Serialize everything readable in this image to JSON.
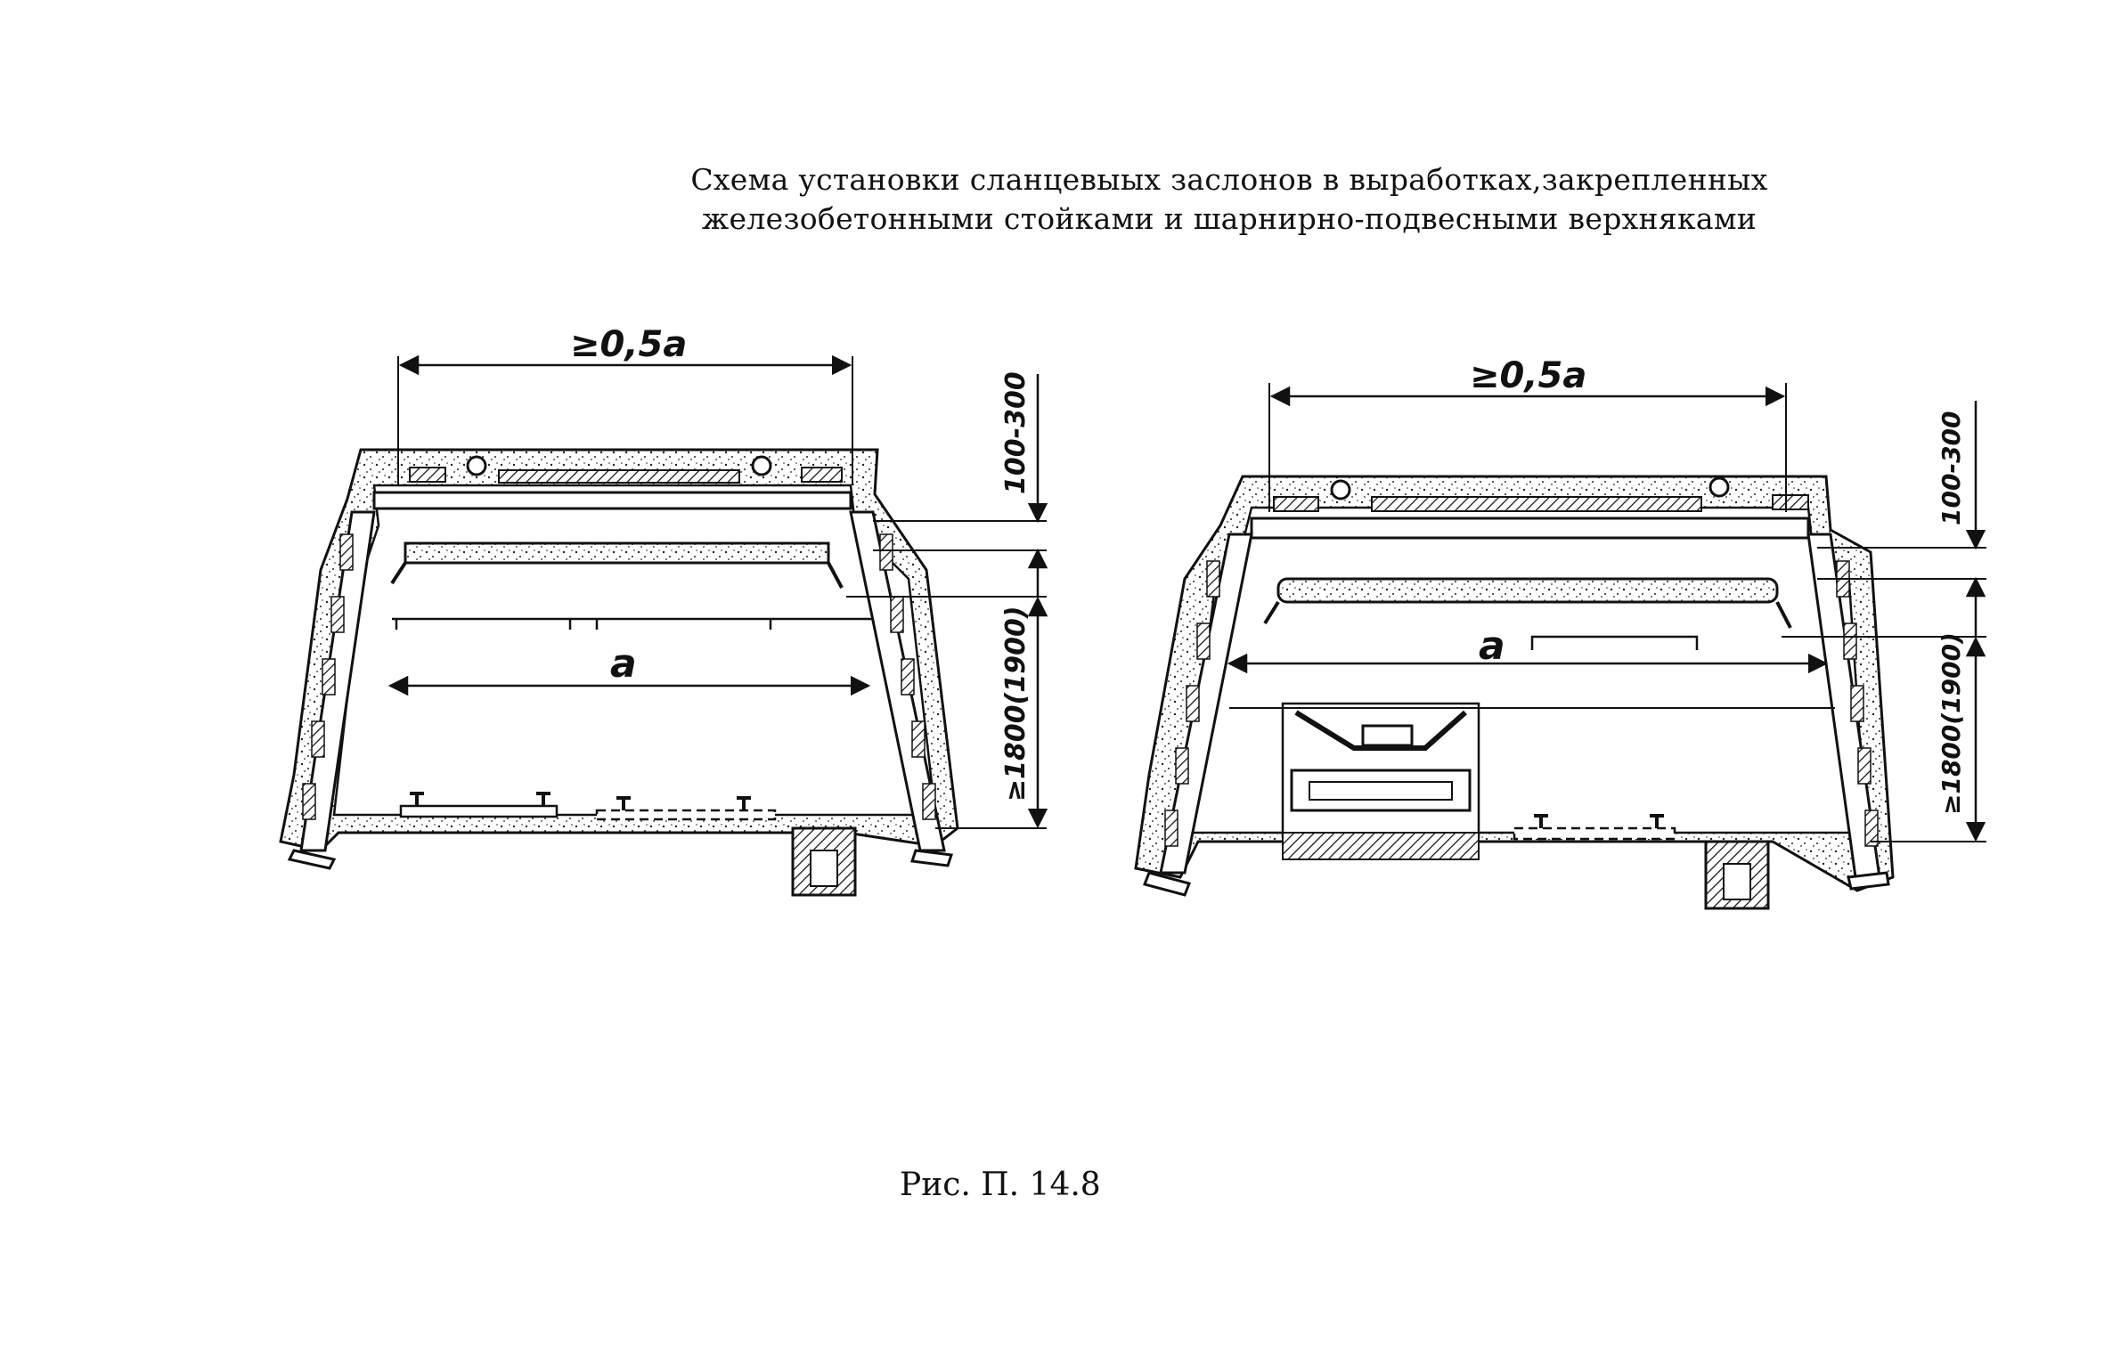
{
  "title": {
    "line1": "Схема установки сланцевыых заслонов в выработках,закрепленных",
    "line2": "железобетонными стойками и шарнирно-подвесными верхняками"
  },
  "caption": "Рис. П. 14.8",
  "left_scheme": {
    "dim_top": "≥0,5a",
    "dim_width": "a",
    "dim_gap": "100-300",
    "dim_height": "≥1800(1900)"
  },
  "right_scheme": {
    "dim_top": "≥0,5a",
    "dim_width": "a",
    "dim_gap": "100-300",
    "dim_height": "≥1800(1900)"
  }
}
